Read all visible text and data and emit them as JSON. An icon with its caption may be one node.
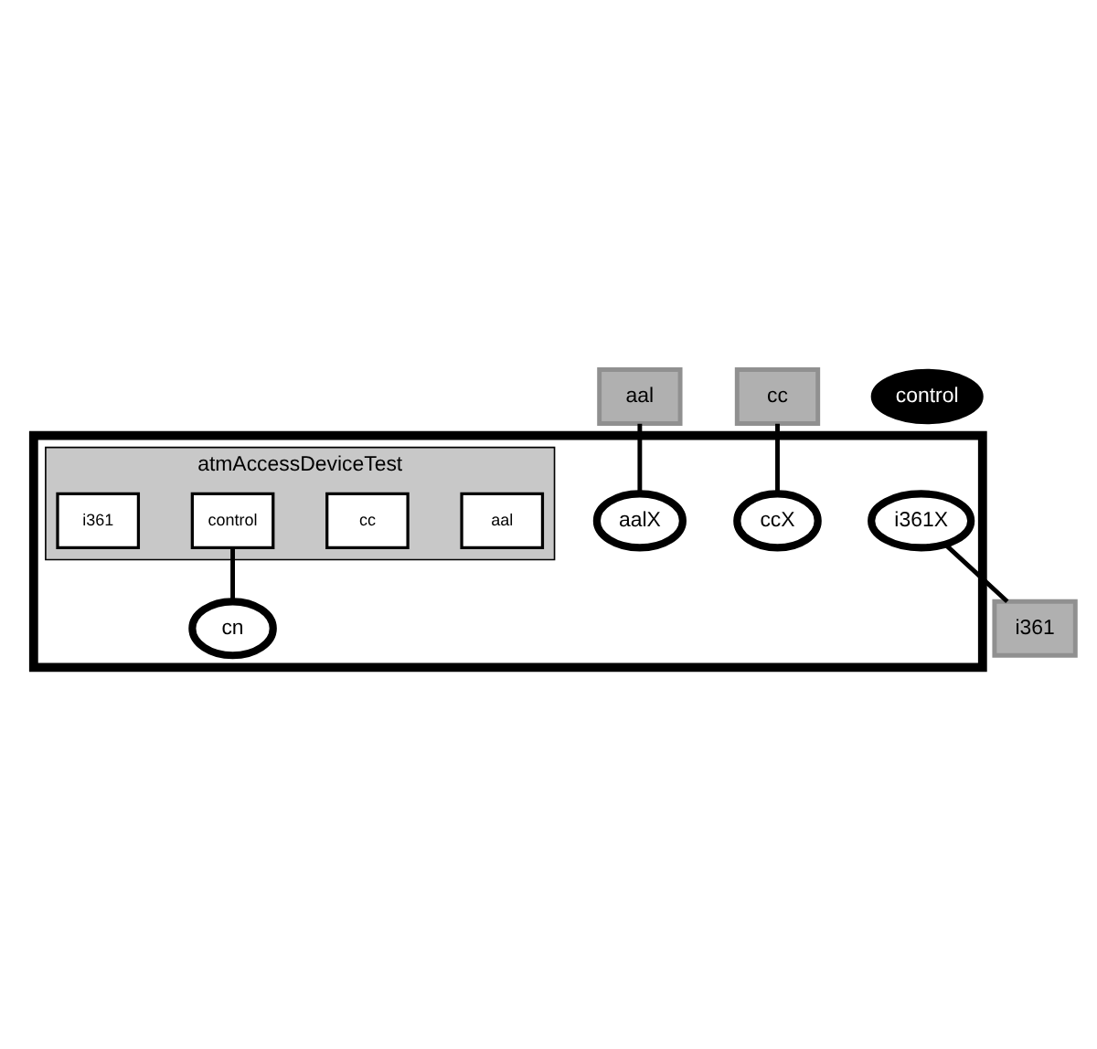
{
  "diagram": {
    "nodes": [
      {
        "text": [],
        "shape": "box"
      },
      {
        "text": [
          "aal"
        ]
      },
      {
        "text": [
          "cc"
        ]
      },
      {
        "text": [
          "aalX"
        ],
        "in": 0
      },
      {
        "text": [
          "ccX"
        ],
        "in": 0
      },
      {
        "text": [
          "control"
        ]
      },
      {
        "text": [
          "atmAccessDeviceTest"
        ],
        "in": 0
      },
      {
        "text": [
          "aal"
        ],
        "in": 6
      },
      {
        "text": [
          "cc"
        ],
        "in": 6
      },
      {
        "text": [
          "control"
        ],
        "in": 6
      },
      {
        "text": [
          "i361"
        ],
        "in": 6
      },
      {
        "text": [
          "cn"
        ],
        "in": 0
      },
      {
        "text": [
          "i361X"
        ],
        "in": 0
      },
      {
        "text": [
          "i361"
        ]
      }
    ],
    "edges": [
      {
        "from": 1,
        "to": 3,
        "arrow": "none"
      },
      {
        "from": 2,
        "to": 4,
        "arrow": "none"
      },
      {
        "from": 9,
        "to": 11,
        "arrow": "none"
      },
      {
        "from": 12,
        "to": 13,
        "arrow": "none"
      }
    ]
  }
}
